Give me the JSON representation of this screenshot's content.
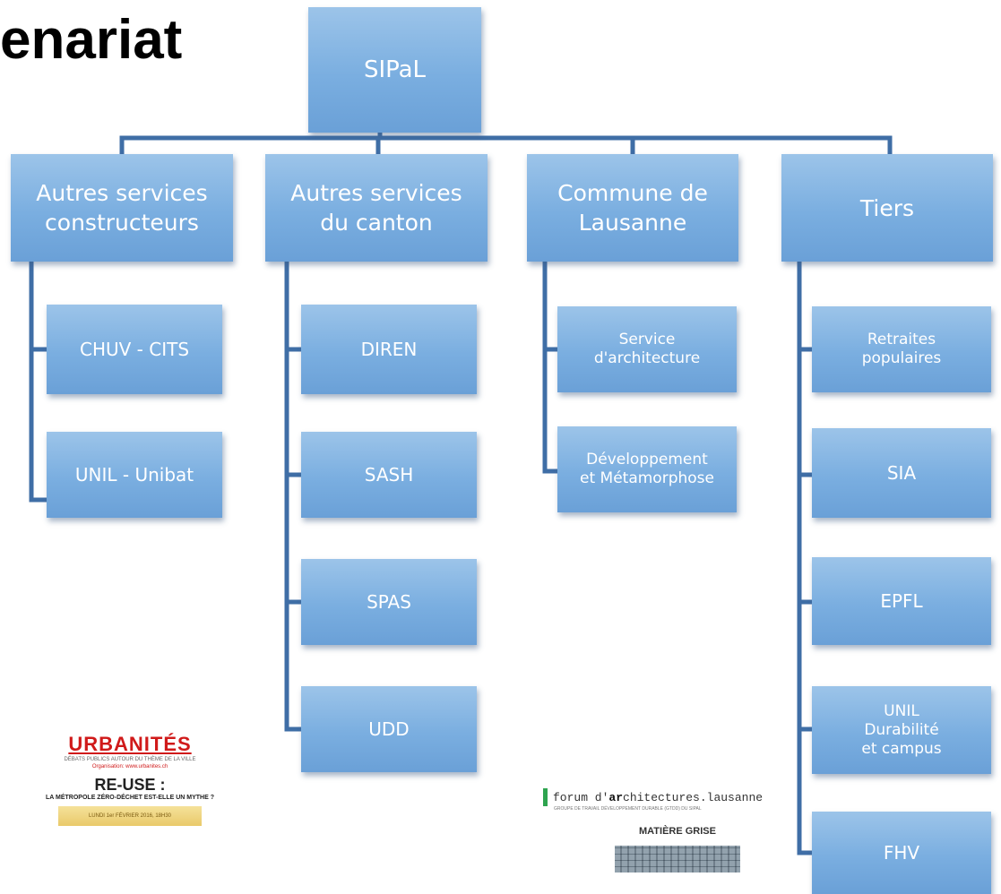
{
  "header": {
    "title": "enariat"
  },
  "colors": {
    "box": "#7aaee0",
    "connector": "#3f6ea6",
    "text": "#ffffff"
  },
  "root": {
    "label": "SIPaL"
  },
  "columns": [
    {
      "label": "Autres services\nconstructeurs",
      "children": [
        {
          "label": "CHUV - CITS"
        },
        {
          "label": "UNIL - Unibat"
        }
      ]
    },
    {
      "label": "Autres services\ndu canton",
      "children": [
        {
          "label": "DIREN"
        },
        {
          "label": "SASH"
        },
        {
          "label": "SPAS"
        },
        {
          "label": "UDD"
        }
      ]
    },
    {
      "label": "Commune de\nLausanne",
      "children": [
        {
          "label": "Service\nd'architecture"
        },
        {
          "label": "Développement\net Métamorphose"
        }
      ]
    },
    {
      "label": "Tiers",
      "children": [
        {
          "label": "Retraites\npopulaires"
        },
        {
          "label": "SIA"
        },
        {
          "label": "EPFL"
        },
        {
          "label": "UNIL\nDurabilité\net campus"
        },
        {
          "label": "FHV"
        }
      ]
    }
  ],
  "posters": {
    "left": {
      "title": "URBANITÉS",
      "line1": "DÉBATS PUBLICS AUTOUR DU THÈME DE LA VILLE",
      "line2": "Organisation: www.urbanites.ch",
      "headline": "RE-USE :",
      "subheadline": "LA MÉTROPOLE ZÉRO-DÉCHET EST-ELLE UN MYTHE ?",
      "date": "LUNDI 1er FÉVRIER 2016, 18H30"
    },
    "right": {
      "forum_prefix": "forum d'",
      "forum_bold": "ar",
      "forum_rest": "chitectures.lausanne",
      "subtitle": "GROUPE DE TRAVAIL DÉVELOPPEMENT DURABLE (GTDD) DU SIPAL",
      "heading": "MATIÈRE GRISE"
    }
  }
}
